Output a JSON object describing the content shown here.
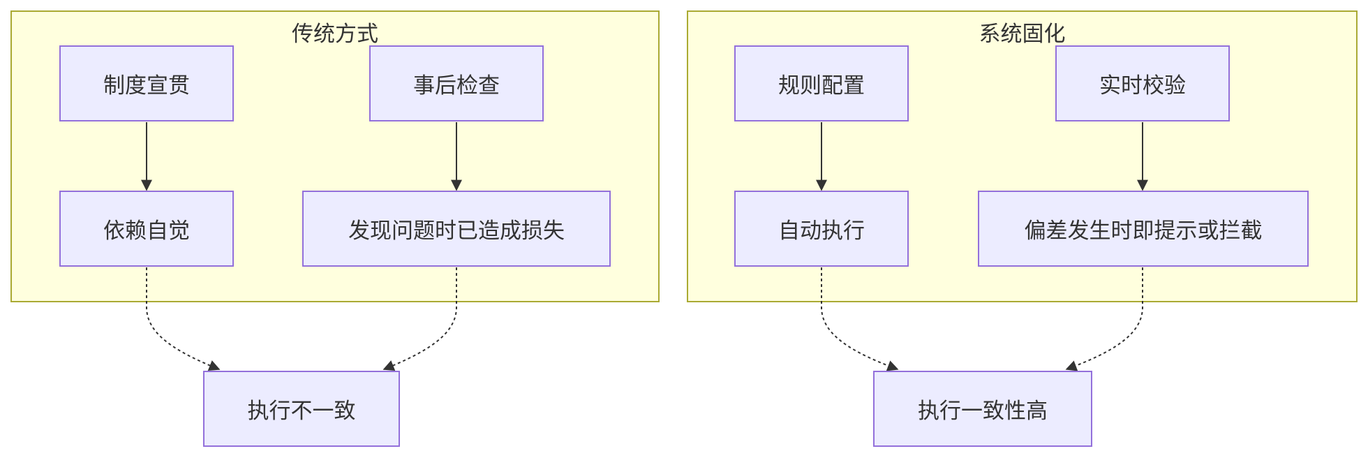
{
  "diagram": {
    "type": "flowchart",
    "groups": [
      {
        "id": "traditional",
        "title": "传统方式",
        "nodes": [
          {
            "id": "a1",
            "label": "制度宣贯"
          },
          {
            "id": "a2",
            "label": "事后检查"
          },
          {
            "id": "a3",
            "label": "依赖自觉"
          },
          {
            "id": "a4",
            "label": "发现问题时已造成损失"
          }
        ]
      },
      {
        "id": "system",
        "title": "系统固化",
        "nodes": [
          {
            "id": "b1",
            "label": "规则配置"
          },
          {
            "id": "b2",
            "label": "实时校验"
          },
          {
            "id": "b3",
            "label": "自动执行"
          },
          {
            "id": "b4",
            "label": "偏差发生时即提示或拦截"
          }
        ]
      }
    ],
    "outcomes": [
      {
        "id": "r1",
        "label": "执行不一致"
      },
      {
        "id": "r2",
        "label": "执行一致性高"
      }
    ],
    "edges": [
      {
        "from": "a1",
        "to": "a3",
        "style": "solid"
      },
      {
        "from": "a2",
        "to": "a4",
        "style": "solid"
      },
      {
        "from": "a3",
        "to": "r1",
        "style": "dotted"
      },
      {
        "from": "a4",
        "to": "r1",
        "style": "dotted"
      },
      {
        "from": "b1",
        "to": "b3",
        "style": "solid"
      },
      {
        "from": "b2",
        "to": "b4",
        "style": "solid"
      },
      {
        "from": "b3",
        "to": "r2",
        "style": "dotted"
      },
      {
        "from": "b4",
        "to": "r2",
        "style": "dotted"
      }
    ],
    "colors": {
      "group_fill": "#ffffde",
      "group_border": "#aaaa33",
      "node_fill": "#ececff",
      "node_border": "#9370db",
      "edge": "#333333",
      "text": "#333333"
    }
  }
}
